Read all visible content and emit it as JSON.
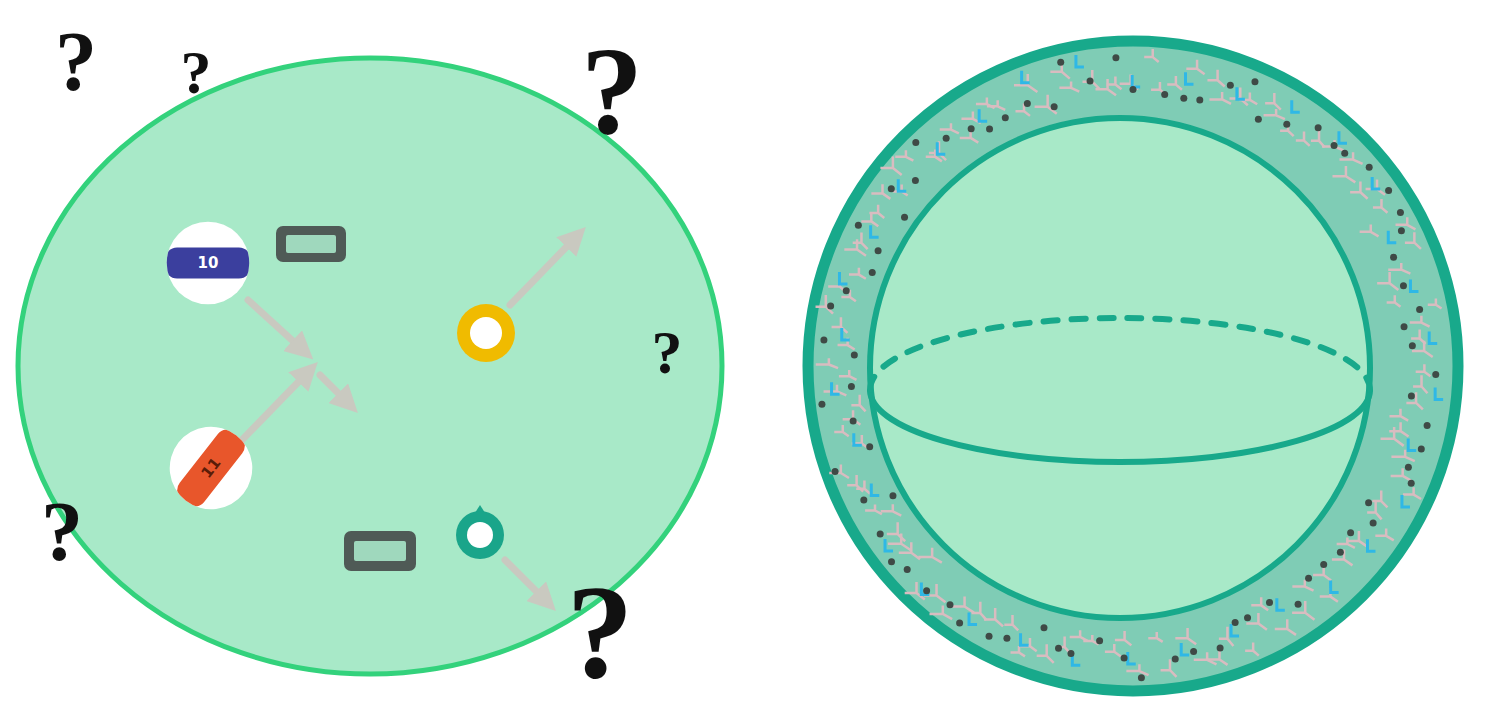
{
  "diagram": {
    "nodes": [
      {
        "text": [
          "10"
        ]
      },
      {
        "text": [
          "11"
        ]
      }
    ],
    "labels": [
      "?",
      "?",
      "?",
      "?",
      "?",
      "?"
    ]
  }
}
